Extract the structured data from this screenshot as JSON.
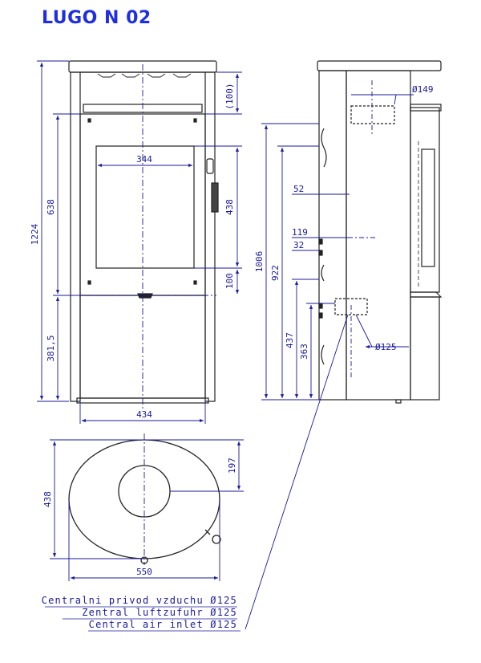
{
  "title": "LUGO N 02",
  "colors": {
    "title": "#1f2fe0",
    "dimension": "#1a1a9a",
    "outline": "#222222"
  },
  "front_view": {
    "dims": {
      "top_gap": "(100)",
      "glass_width": "344",
      "glass_height": "438",
      "lower_gap": "100",
      "overall_height": "1224",
      "door_height": "638",
      "base_height": "381,5",
      "width": "434"
    }
  },
  "side_view": {
    "dims": {
      "flue_diameter": "Ø149",
      "offset_52": "52",
      "offset_119": "119",
      "offset_32": "32",
      "height_1006": "1006",
      "height_922": "922",
      "height_437": "437",
      "height_363": "363",
      "air_diameter": "Ø125"
    }
  },
  "top_view": {
    "dims": {
      "depth": "438",
      "flue_offset": "197",
      "width": "550"
    }
  },
  "caption": [
    "Centralni privod vzduchu Ø125",
    "Zentral luftzufuhr Ø125",
    "Central air inlet Ø125"
  ]
}
